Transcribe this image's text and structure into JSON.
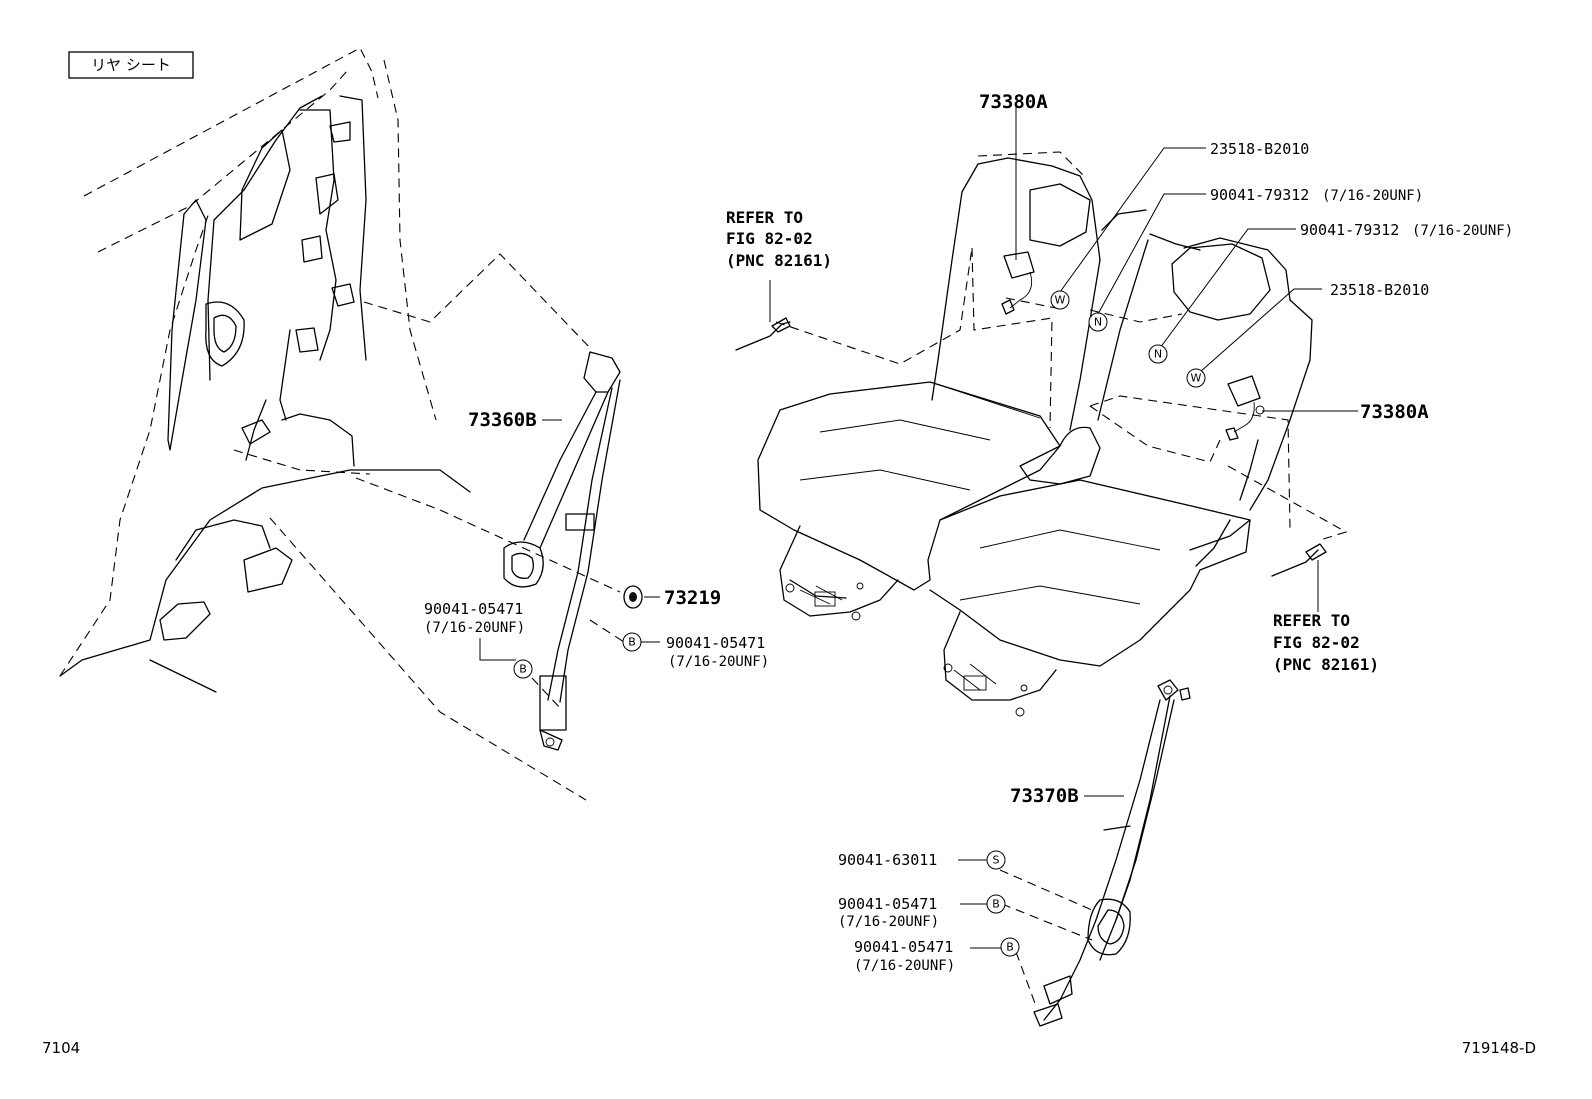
{
  "section_label": "リヤ シート",
  "figure_number": "7104",
  "diagram_code": "719148-D",
  "parts": {
    "belt_left_outer": "73360B",
    "grommet": "73219",
    "belt_right_outer": "73370B",
    "buckle_top": "73380A",
    "buckle_right": "73380A",
    "pn_23518_top": "23518-B2010",
    "pn_23518_right": "23518-B2010",
    "pn_90041_79312_a": "90041-79312",
    "pn_90041_79312_b": "90041-79312",
    "bolt_left_a": "90041-05471",
    "bolt_left_b": "90041-05471",
    "bolt_right_s": "90041-63011",
    "bolt_right_a": "90041-05471",
    "bolt_right_b": "90041-05471"
  },
  "thread_spec": "(7/16-20UNF)",
  "refer_left": [
    "REFER TO",
    "FIG 82-02",
    "(PNC 82161)"
  ],
  "refer_right": [
    "REFER TO",
    "FIG 82-02",
    "(PNC 82161)"
  ],
  "callouts": {
    "bolt": "B",
    "nut": "N",
    "washer": "W",
    "screw": "S"
  }
}
